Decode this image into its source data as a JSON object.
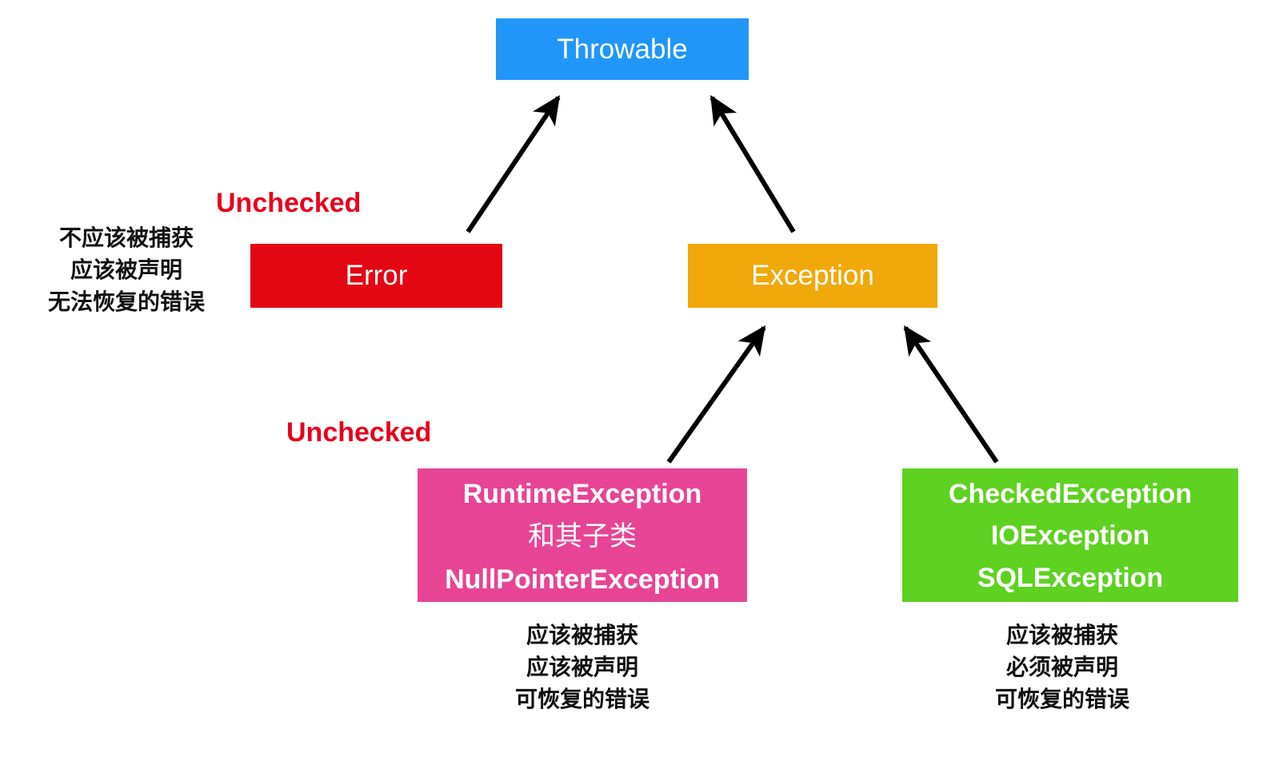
{
  "diagram": {
    "title": "Java Throwable hierarchy",
    "background": "#ffffff",
    "nodes": {
      "throwable": {
        "label": "Throwable",
        "color": "#2196f9",
        "text_color": "#ffffff"
      },
      "error": {
        "label": "Error",
        "color": "#e30613",
        "text_color": "#ffffff"
      },
      "exception": {
        "label": "Exception",
        "color": "#f0a80a",
        "text_color": "#ffffff"
      },
      "runtime_exception": {
        "line1": "RuntimeException",
        "line2": "和其子类",
        "line3": "NullPointerException",
        "color": "#e74496",
        "text_color": "#ffffff"
      },
      "checked_exception": {
        "line1": "CheckedException",
        "line2": "IOException",
        "line3": "SQLException",
        "color": "#5ed121",
        "text_color": "#ffffff"
      }
    },
    "badges": {
      "unchecked_error": "Unchecked",
      "unchecked_runtime": "Unchecked",
      "color": "#e8001c"
    },
    "captions": {
      "error": {
        "line1": "不应该被捕获",
        "line2": "应该被声明",
        "line3": "无法恢复的错误"
      },
      "runtime": {
        "line1": "应该被捕获",
        "line2": "应该被声明",
        "line3": "可恢复的错误"
      },
      "checked": {
        "line1": "应该被捕获",
        "line2": "必须被声明",
        "line3": "可恢复的错误"
      }
    },
    "edges": [
      {
        "name": "error-to-throwable",
        "from": "error",
        "to": "throwable"
      },
      {
        "name": "exception-to-throwable",
        "from": "exception",
        "to": "throwable"
      },
      {
        "name": "runtime-to-exception",
        "from": "runtime_exception",
        "to": "exception"
      },
      {
        "name": "checked-to-exception",
        "from": "checked_exception",
        "to": "exception"
      }
    ],
    "arrow_color": "#000000"
  }
}
